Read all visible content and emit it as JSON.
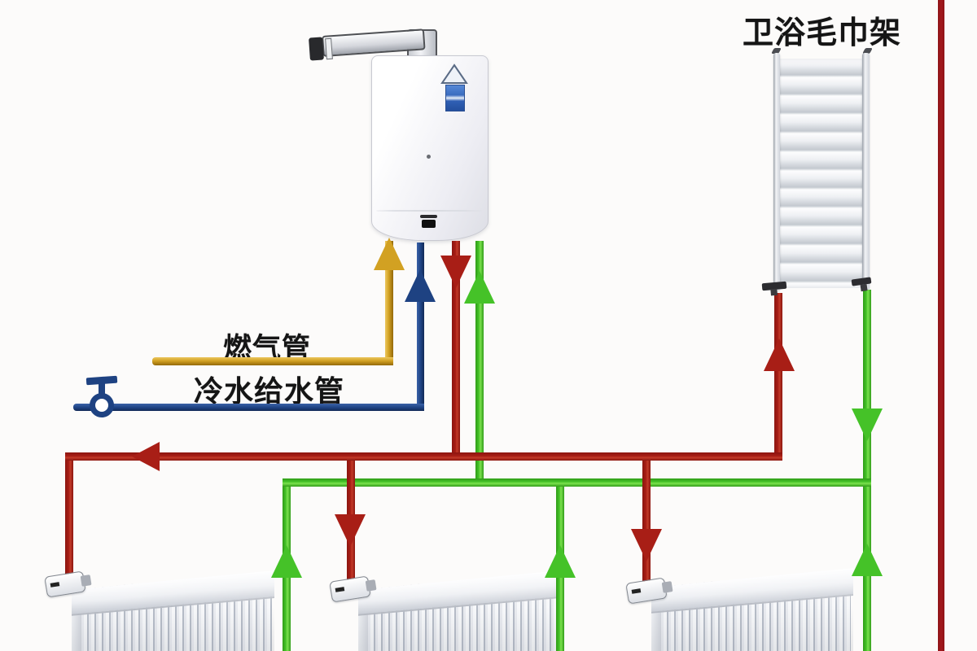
{
  "labels": {
    "towel_rack": "卫浴毛巾架",
    "gas_pipe": "燃气管",
    "cold_water_pipe": "冷水给水管"
  },
  "colors": {
    "gas_pipe": "#D2A122",
    "cold_water_pipe": "#1E4282",
    "supply_pipe": "#A81E16",
    "return_pipe": "#45C228",
    "edge_stripe": "#A3181C"
  },
  "components": [
    {
      "name": "wall-hung-gas-boiler"
    },
    {
      "name": "bathroom-towel-radiator"
    },
    {
      "name": "cold-water-inlet-valve"
    },
    {
      "name": "panel-radiator-1"
    },
    {
      "name": "panel-radiator-2"
    },
    {
      "name": "panel-radiator-3"
    }
  ],
  "flow_arrows": [
    {
      "pipe": "gas-into-boiler",
      "direction": "up"
    },
    {
      "pipe": "cold-water-into-boiler",
      "direction": "up"
    },
    {
      "pipe": "hot-supply-from-boiler",
      "direction": "down"
    },
    {
      "pipe": "return-into-boiler",
      "direction": "up"
    },
    {
      "pipe": "supply-main",
      "direction": "left"
    },
    {
      "pipe": "supply-to-radiator-2",
      "direction": "down"
    },
    {
      "pipe": "supply-to-radiator-3",
      "direction": "down"
    },
    {
      "pipe": "supply-to-towel-rack",
      "direction": "up"
    },
    {
      "pipe": "return-from-towel-rack",
      "direction": "down"
    },
    {
      "pipe": "return-from-radiator-1",
      "direction": "up"
    },
    {
      "pipe": "return-from-radiator-2",
      "direction": "up"
    },
    {
      "pipe": "return-from-radiator-3",
      "direction": "up"
    }
  ]
}
